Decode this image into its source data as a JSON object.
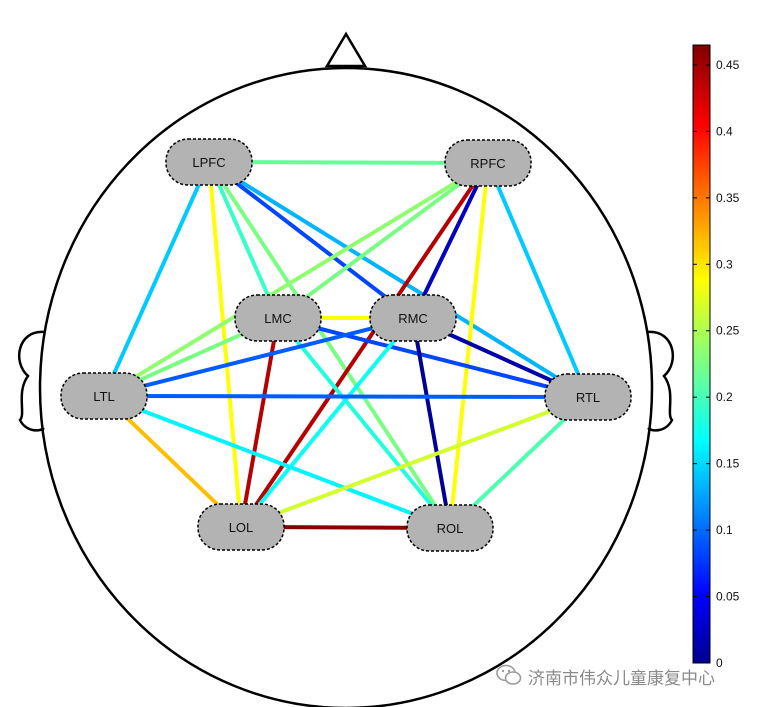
{
  "nodes": [
    {
      "id": "LPFC",
      "label": "LPFC"
    },
    {
      "id": "RPFC",
      "label": "RPFC"
    },
    {
      "id": "LMC",
      "label": "LMC"
    },
    {
      "id": "RMC",
      "label": "RMC"
    },
    {
      "id": "LTL",
      "label": "LTL"
    },
    {
      "id": "RTL",
      "label": "RTL"
    },
    {
      "id": "LOL",
      "label": "LOL"
    },
    {
      "id": "ROL",
      "label": "ROL"
    }
  ],
  "edges": [
    {
      "from": "LPFC",
      "to": "RPFC",
      "value": 0.22
    },
    {
      "from": "LPFC",
      "to": "LTL",
      "value": 0.15
    },
    {
      "from": "LPFC",
      "to": "LOL",
      "value": 0.29
    },
    {
      "from": "LPFC",
      "to": "RMC",
      "value": 0.09
    },
    {
      "from": "LPFC",
      "to": "RTL",
      "value": 0.14
    },
    {
      "from": "LPFC",
      "to": "LMC",
      "value": 0.2
    },
    {
      "from": "LPFC",
      "to": "ROL",
      "value": 0.23
    },
    {
      "from": "RPFC",
      "to": "RMC",
      "value": 0.03
    },
    {
      "from": "RPFC",
      "to": "LOL",
      "value": 0.44
    },
    {
      "from": "RPFC",
      "to": "ROL",
      "value": 0.29
    },
    {
      "from": "RPFC",
      "to": "RTL",
      "value": 0.15
    },
    {
      "from": "RPFC",
      "to": "LMC",
      "value": 0.23
    },
    {
      "from": "RPFC",
      "to": "LTL",
      "value": 0.24
    },
    {
      "from": "LMC",
      "to": "RMC",
      "value": 0.29
    },
    {
      "from": "LMC",
      "to": "LOL",
      "value": 0.44
    },
    {
      "from": "LMC",
      "to": "LTL",
      "value": 0.23
    },
    {
      "from": "LMC",
      "to": "RTL",
      "value": 0.09
    },
    {
      "from": "LMC",
      "to": "ROL",
      "value": 0.19
    },
    {
      "from": "RMC",
      "to": "LTL",
      "value": 0.1
    },
    {
      "from": "RMC",
      "to": "RTL",
      "value": 0.02
    },
    {
      "from": "RMC",
      "to": "ROL",
      "value": 0.01
    },
    {
      "from": "RMC",
      "to": "LOL",
      "value": 0.18
    },
    {
      "from": "LTL",
      "to": "RTL",
      "value": 0.1
    },
    {
      "from": "LTL",
      "to": "LOL",
      "value": 0.32
    },
    {
      "from": "LTL",
      "to": "ROL",
      "value": 0.17
    },
    {
      "from": "RTL",
      "to": "LOL",
      "value": 0.27
    },
    {
      "from": "RTL",
      "to": "ROL",
      "value": 0.21
    },
    {
      "from": "LOL",
      "to": "ROL",
      "value": 0.46
    }
  ],
  "colorbar": {
    "min": 0,
    "max": 0.465,
    "ticks": [
      "0",
      "0.05",
      "0.1",
      "0.15",
      "0.2",
      "0.25",
      "0.3",
      "0.35",
      "0.4",
      "0.45"
    ],
    "colormap": "jet"
  },
  "watermark": {
    "text": "济南市伟众儿童康复中心",
    "icon": "wechat-icon"
  },
  "colors": {
    "node_fill": "#b3b3b3",
    "outline": "#000000"
  }
}
